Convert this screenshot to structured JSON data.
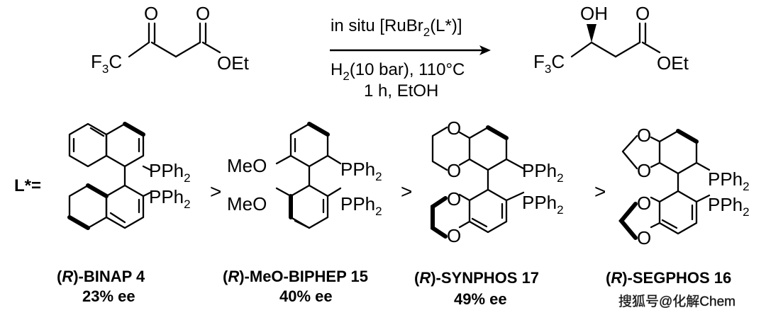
{
  "reaction": {
    "reactant": {
      "cf3": "F",
      "cf3_sub": "3",
      "cf3_tail": "C",
      "ketone_o": "O",
      "ester_o": "O",
      "oet": "OEt"
    },
    "product": {
      "cf3": "F",
      "cf3_sub": "3",
      "cf3_tail": "C",
      "oh": "OH",
      "ester_o": "O",
      "oet": "OEt"
    },
    "conditions": {
      "line1_a": "in situ [RuBr",
      "line1_sub": "2",
      "line1_b": "(L*)]",
      "line2_a": "H",
      "line2_sub": "2",
      "line2_b": "(10 bar), 110°C",
      "line3": "1 h, EtOH"
    }
  },
  "ligands": {
    "label": "L*=",
    "pph2": "PPh",
    "pph2_sub": "2",
    "meo": "MeO",
    "o": "O",
    "gt": ">",
    "items": [
      {
        "prefix": "(",
        "r": "R",
        "suffix": ")-BINAP 4",
        "ee": "23% ee"
      },
      {
        "prefix": "(",
        "r": "R",
        "suffix": ")-MeO-BIPHEP 15",
        "ee": "40% ee"
      },
      {
        "prefix": "(",
        "r": "R",
        "suffix": ")-SYNPHOS 17",
        "ee": "49% ee"
      },
      {
        "prefix": "(",
        "r": "R",
        "suffix": ")-SEGPHOS 16",
        "ee": ""
      }
    ]
  },
  "watermark": "搜狐号@化解Chem"
}
